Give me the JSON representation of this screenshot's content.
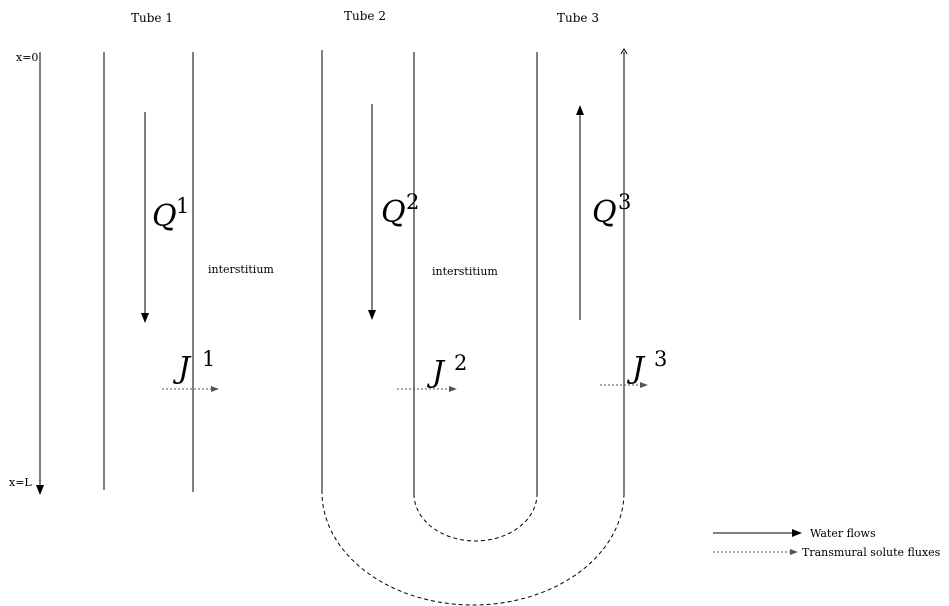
{
  "axis": {
    "top_label": "x=0",
    "bottom_label": "x=L"
  },
  "tubes": [
    {
      "title": "Tube 1",
      "flow": "Q",
      "flow_sup": "1",
      "flux": "J",
      "flux_sup": "1"
    },
    {
      "title": "Tube 2",
      "flow": "Q",
      "flow_sup": "2",
      "flux": "J",
      "flux_sup": "2"
    },
    {
      "title": "Tube 3",
      "flow": "Q",
      "flow_sup": "3",
      "flux": "J",
      "flux_sup": "3"
    }
  ],
  "interstitium": [
    "interstitium",
    "interstitium"
  ],
  "legend": {
    "water_flows": "Water flows",
    "solute_fluxes": "Transmural solute fluxes"
  }
}
